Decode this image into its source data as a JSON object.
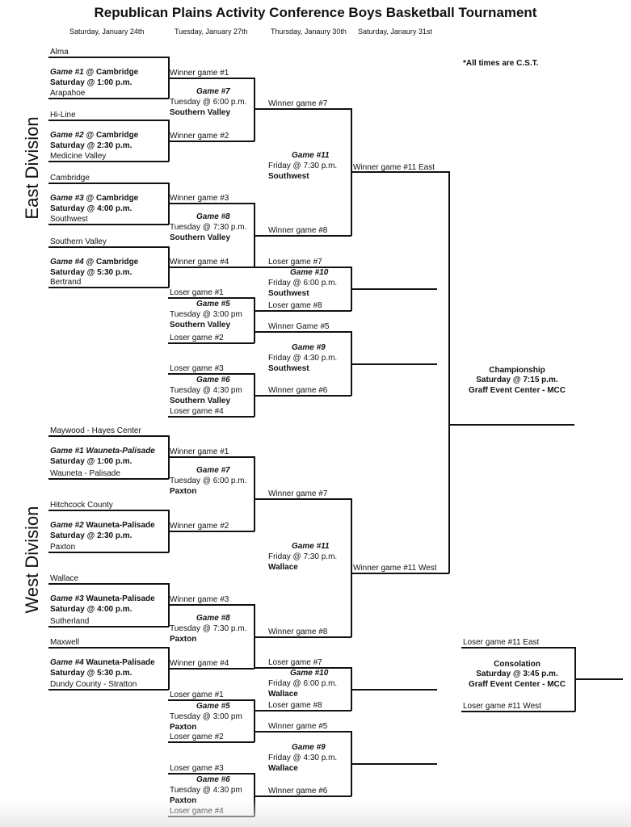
{
  "title": "Republican Plains Activity Conference Boys Basketball Tournament",
  "dates": {
    "d1": "Saturday, January 24th",
    "d2": "Tuesday, January 27th",
    "d3": "Thursday, Janaury 30th",
    "d4": "Saturday, Janaury 31st"
  },
  "note": "*All times are C.S.T.",
  "divisions": {
    "east": "East Division",
    "west": "West Division"
  },
  "championship": {
    "title": "Championship",
    "time": "Saturday @ 7:15 p.m.",
    "venue": "Graff Event Center - MCC"
  },
  "consolation": {
    "title": "Consolation",
    "time": "Saturday @ 3:45 p.m.",
    "venue": "Graff Event Center - MCC",
    "top": "Loser game #11 East",
    "bottom": "Loser game #11 West"
  },
  "east": {
    "r1": {
      "t1": "Alma",
      "g1_game": "Game #1",
      "g1_site": " @ Cambridge",
      "g1_time": "Saturday @ 1:00 p.m.",
      "t2": "Arapahoe",
      "t3": "Hi-Line",
      "g2_game": "Game #2",
      "g2_site": " @ Cambridge",
      "g2_time": "Saturday @ 2:30 p.m.",
      "t4": "Medicine Valley",
      "t5": "Cambridge",
      "g3_game": "Game #3",
      "g3_site": " @ Cambridge",
      "g3_time": "Saturday @ 4:00 p.m.",
      "t6": "Southwest",
      "t7": "Southern Valley",
      "g4_game": "Game #4",
      "g4_site": " @ Cambridge",
      "g4_time": "Saturday @ 5:30 p.m.",
      "t8": "Bertrand"
    },
    "r2": {
      "w1": "Winner game #1",
      "g7": "Game #7",
      "g7_time": "Tuesday @ 6:00 p.m.",
      "g7_site": "Southern Valley",
      "w2": "Winner game #2",
      "w3": "Winner game #3",
      "g8": "Game #8",
      "g8_time": "Tuesday @ 7:30 p.m.",
      "g8_site": "Southern Valley",
      "w4": "Winner game #4",
      "l1": "Loser game #1",
      "g5": "Game #5",
      "g5_time": "Tuesday @ 3:00 pm",
      "g5_site": "Southern Valley",
      "l2": "Loser game #2",
      "l3": "Loser game #3",
      "g6": "Game #6",
      "g6_time": "Tuesday @ 4:30 pm",
      "g6_site": "Southern Valley",
      "l4": "Loser game #4"
    },
    "r3": {
      "w7": "Winner game #7",
      "g11": "Game #11",
      "g11_time": "Friday @ 7:30 p.m.",
      "g11_site": "Southwest",
      "w8": "Winner game #8",
      "l7": "Loser game #7",
      "g10": "Game #10",
      "g10_time": "Friday @ 6:00 p.m.",
      "g10_site": "Southwest",
      "l8": "Loser game #8",
      "w5": "Winner Game #5",
      "g9": "Game #9",
      "g9_time": "Friday @ 4:30 p.m.",
      "g9_site": "Southwest",
      "w6": "Winner game #6"
    },
    "r4": {
      "w11": "Winner game #11 East"
    }
  },
  "west": {
    "r1": {
      "t1": "Maywood - Hayes Center",
      "g1_game": "Game #1 Wauneta-Palisade",
      "g1_site": "",
      "g1_time": "Saturday @ 1:00 p.m.",
      "t2": "Wauneta - Palisade",
      "t3": "Hitchcock County",
      "g2_game": "Game #2",
      "g2_site": " Wauneta-Palisade",
      "g2_time": "Saturday @ 2:30 p.m.",
      "t4": "Paxton",
      "t5": "Wallace",
      "g3_game": "Game #3",
      "g3_site": " Wauneta-Palisade",
      "g3_time": "Saturday @ 4:00 p.m.",
      "t6": "Sutherland",
      "t7": "Maxwell",
      "g4_game": "Game #4",
      "g4_site": " Wauneta-Palisade",
      "g4_time": "Saturday @ 5:30 p.m.",
      "t8": "Dundy County - Stratton"
    },
    "r2": {
      "w1": "Winner game #1",
      "g7": "Game #7",
      "g7_time": "Tuesday @ 6:00 p.m.",
      "g7_site": "Paxton",
      "w2": "Winner game #2",
      "w3": "Winner game #3",
      "g8": "Game #8",
      "g8_time": "Tuesday @ 7:30 p.m.",
      "g8_site": "Paxton",
      "w4": "Winner game #4",
      "l1": "Loser game #1",
      "g5": "Game #5",
      "g5_time": "Tuesday @ 3:00 pm",
      "g5_site": "Paxton",
      "l2": "Loser game #2",
      "l3": "Loser game #3",
      "g6": "Game #6",
      "g6_time": "Tuesday @ 4:30 pm",
      "g6_site": "Paxton",
      "l4": "Loser game #4"
    },
    "r3": {
      "w7": "Winner game #7",
      "g11": "Game #11",
      "g11_time": "Friday @ 7:30 p.m.",
      "g11_site": "Wallace",
      "w8": "Winner game #8",
      "l7": "Loser game #7",
      "g10": "Game #10",
      "g10_time": "Friday @ 6:00 p.m.",
      "g10_site": "Wallace",
      "l8": "Loser game #8",
      "w5": "Winner game #5",
      "g9": "Game #9",
      "g9_time": "Friday @ 4:30 p.m.",
      "g9_site": "Wallace",
      "w6": "Winner game #6"
    },
    "r4": {
      "w11": "Winner game #11 West"
    }
  }
}
